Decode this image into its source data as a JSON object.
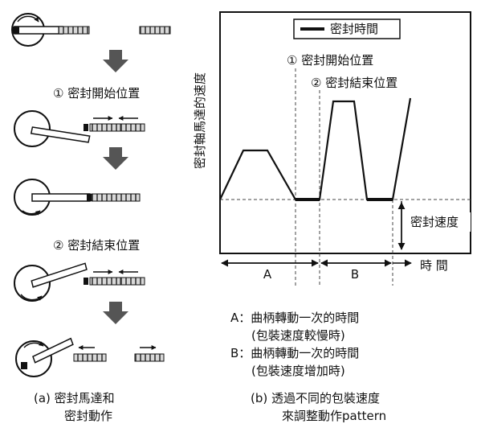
{
  "left": {
    "step1": "① 密封開始位置",
    "step2": "② 密封結束位置",
    "caption_line1": "(a)  密封馬達和",
    "caption_line2": "密封動作"
  },
  "right": {
    "ylabel": "密封軸馬達的速度",
    "legend": "密封時間",
    "annot1": "① 密封開始位置",
    "annot2": "② 密封結束位置",
    "seal_speed": "密封速度",
    "xlabel": "時  間",
    "period_a": "A",
    "period_b": "B",
    "note_a1": "A：曲柄轉動一次的時間",
    "note_a2": "(包裝速度較慢時)",
    "note_b1": "B：曲柄轉動一次的時間",
    "note_b2": "(包裝速度增加時)",
    "caption_line1": "(b)  透過不同的包裝速度",
    "caption_line2": "來調整動作pattern"
  },
  "chart_data": {
    "type": "line",
    "title": "",
    "xlabel": "時  間",
    "ylabel": "密封軸馬達的速度",
    "series": [
      {
        "name": "",
        "shape": [
          "rise",
          "plateau",
          "fall",
          "seal-time",
          "rise",
          "plateau",
          "fall",
          "seal-time",
          "rise"
        ]
      }
    ],
    "reference_level": "密封速度",
    "periods": [
      "A",
      "B"
    ],
    "grid": false
  }
}
